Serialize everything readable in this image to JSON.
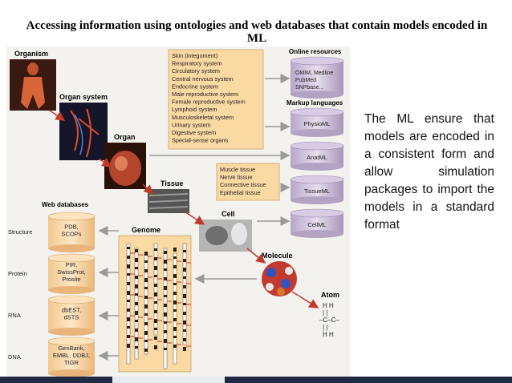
{
  "slide": {
    "title": "Accessing information  using ontologies and web databases that contain models encoded in ML",
    "caption": "The ML ensure that models are encoded in a consistent form and allow simulation packages to import the models in a standard format"
  },
  "figure": {
    "organism_label": "Organism",
    "organ_system_label": "Organ system",
    "organ_label": "Organ",
    "tissue_label": "Tissue",
    "cell_label": "Cell",
    "molecule_label": "Molecule",
    "atom_label": "Atom",
    "genome_label": "Genome",
    "organ_systems_list": [
      "Skin (integument)",
      "Respiratory system",
      "Circulatory system",
      "Central nervous system",
      "Endocrine system",
      "Male reproductive system",
      "Female reproductive system",
      "Lymphoid system",
      "Musculoskeletal system",
      "Urinary system",
      "Digestive system",
      "Special-sense organs"
    ],
    "tissue_list": [
      "Muscle tissue",
      "Nerve tissue",
      "Connective tissue",
      "Epithelial tissue"
    ],
    "online_resources": {
      "header": "Online resources",
      "db": [
        "OMIM, Medline",
        "PubMed",
        "SNPbase..."
      ]
    },
    "markup_languages": {
      "header": "Markup languages",
      "items": [
        "PhysioML",
        "AnatML",
        "TissueML",
        "CellML"
      ]
    },
    "web_databases": {
      "header": "Web databases",
      "rows": [
        {
          "label": "Structure",
          "db": [
            "PDB,",
            "SCOPs"
          ]
        },
        {
          "label": "Protein",
          "db": [
            "PIR,",
            "SwissProt,",
            "Prosite"
          ]
        },
        {
          "label": "RNA",
          "db": [
            "dbEST,",
            "dSTS"
          ]
        },
        {
          "label": "DNA",
          "db": [
            "GenBank,",
            "EMBL, DDBJ,",
            "TIGR"
          ]
        }
      ]
    },
    "atom": {
      "row1": "H  H",
      "row2": "|    |",
      "row3": "–C–C–",
      "row4": "|    |",
      "row5": "H  H"
    }
  }
}
